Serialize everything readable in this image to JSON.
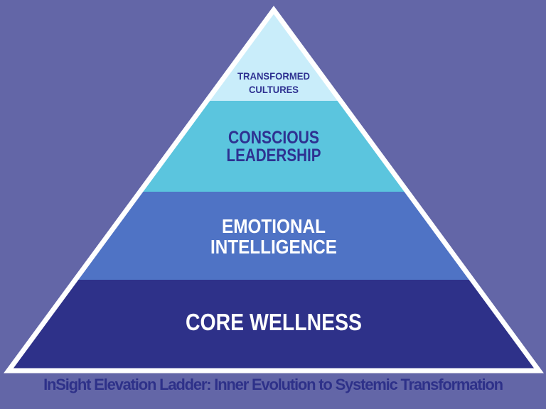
{
  "background_color": "#6366a7",
  "pyramid": {
    "border_color": "#ffffff",
    "levels": [
      {
        "name": "transformed-cultures",
        "line1": "TRANSFORMED",
        "line2": "CULTURES",
        "fill": "#c9edfa",
        "text_color": "#2e3191"
      },
      {
        "name": "conscious-leadership",
        "line1": "CONSCIOUS",
        "line2": "LEADERSHIP",
        "fill": "#5bc5de",
        "text_color": "#2e3191"
      },
      {
        "name": "emotional-intelligence",
        "line1": "EMOTIONAL",
        "line2": "INTELLIGENCE",
        "fill": "#4f73c5",
        "text_color": "#ffffff"
      },
      {
        "name": "core-wellness",
        "line1": "CORE WELLNESS",
        "line2": "",
        "fill": "#2e3189",
        "text_color": "#ffffff"
      }
    ]
  },
  "caption": {
    "text": "InSight Elevation Ladder: Inner Evolution to Systemic Transformation",
    "color": "#2e3189"
  }
}
